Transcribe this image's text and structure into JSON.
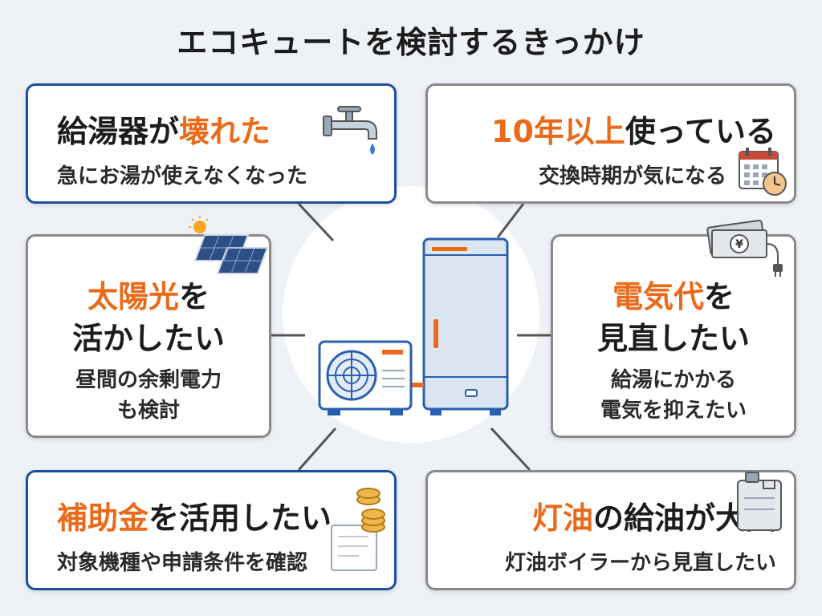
{
  "title": "エコキュートを検討するきっかけ",
  "colors": {
    "accent": "#ea6a1a",
    "blue_border": "#1a4fa0",
    "gray_border": "#8a8a8a",
    "background": "#eef2f7"
  },
  "cards": {
    "water_heater_broken": {
      "headline_plain": "給湯器が",
      "headline_accent": "壊れた",
      "subtext": "急にお湯が使えなくなった",
      "icon": "faucet-icon"
    },
    "over_ten_years": {
      "headline_accent": "10年以上",
      "headline_plain": "使っている",
      "subtext": "交換時期が気になる",
      "icon": "calendar-clock-icon"
    },
    "solar": {
      "headline_accent": "太陽光",
      "headline_plain_1": "を",
      "headline_plain_2": "活かしたい",
      "subtext_1": "昼間の余剰電力",
      "subtext_2": "も検討",
      "icon": "solar-panel-icon"
    },
    "electricity": {
      "headline_accent": "電気代",
      "headline_plain_1": "を",
      "headline_plain_2": "見直したい",
      "subtext_1": "給湯にかかる",
      "subtext_2": "電気を抑えたい",
      "icon": "money-plug-icon",
      "icon_symbol": "¥"
    },
    "subsidy": {
      "headline_accent": "補助金",
      "headline_plain": "を活用したい",
      "subtext": "対象機種や申請条件を確認",
      "icon": "coins-document-icon"
    },
    "kerosene": {
      "headline_accent": "灯油",
      "headline_plain": "の給油が大変",
      "subtext": "灯油ボイラーから見直したい",
      "icon": "kerosene-tank-icon"
    }
  },
  "center": {
    "illustration": "eco-cute-unit-icon"
  }
}
